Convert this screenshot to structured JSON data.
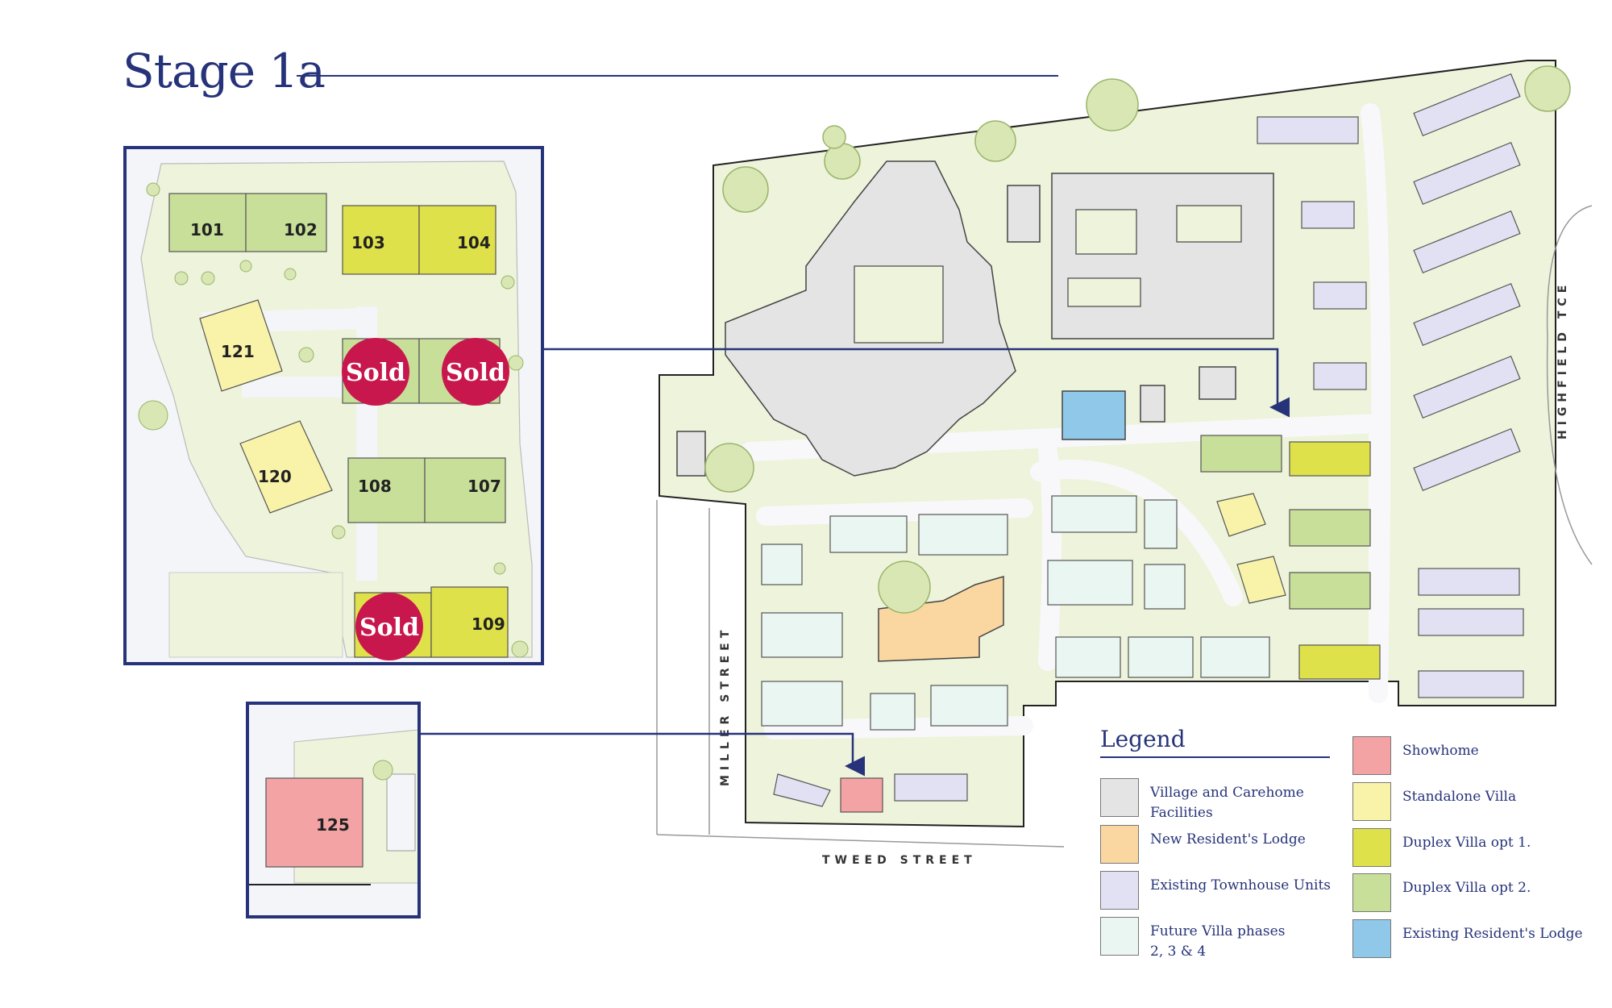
{
  "title": "Stage 1a",
  "colors": {
    "brand": "#26337a",
    "village_facilities": "#e4e4e4",
    "new_lodge": "#fad7a0",
    "townhouse": "#e2e1f3",
    "future_villa": "#eaf6f1",
    "showhome": "#f4a3a5",
    "standalone_villa": "#f8f3a8",
    "duplex_opt1": "#dfe14a",
    "duplex_opt2": "#c8df9a",
    "existing_lodge": "#8fc8e8",
    "grass": "#eef3dc",
    "sold": "#c8174c"
  },
  "inset_main": {
    "plots": [
      {
        "number": "101",
        "type": "duplex_opt2"
      },
      {
        "number": "102",
        "type": "duplex_opt2"
      },
      {
        "number": "103",
        "type": "duplex_opt1"
      },
      {
        "number": "104",
        "type": "duplex_opt1"
      },
      {
        "number": "121",
        "type": "standalone_villa"
      },
      {
        "number": "120",
        "type": "standalone_villa"
      },
      {
        "number": "108",
        "type": "duplex_opt2"
      },
      {
        "number": "107",
        "type": "duplex_opt2"
      },
      {
        "number": "109",
        "type": "duplex_opt1"
      }
    ],
    "sold_badges": [
      "Sold",
      "Sold",
      "Sold"
    ]
  },
  "inset_showhome": {
    "plot": {
      "number": "125",
      "type": "showhome"
    }
  },
  "streets": {
    "highfield": "HIGHFIELD TCE",
    "miller": "MILLER STREET",
    "tweed": "TWEED STREET"
  },
  "legend": {
    "title": "Legend",
    "items": [
      {
        "label": "Village and Carehome Facilities",
        "color": "#e4e4e4"
      },
      {
        "label": "New Resident's Lodge",
        "color": "#fad7a0"
      },
      {
        "label": "Existing Townhouse Units",
        "color": "#e2e1f3"
      },
      {
        "label": "Future Villa phases 2, 3 & 4",
        "color": "#eaf6f1"
      },
      {
        "label": "Showhome",
        "color": "#f4a3a5"
      },
      {
        "label": "Standalone Villa",
        "color": "#f8f3a8"
      },
      {
        "label": "Duplex Villa opt 1.",
        "color": "#dfe14a"
      },
      {
        "label": "Duplex Villa opt 2.",
        "color": "#c8df9a"
      },
      {
        "label": "Existing Resident's Lodge",
        "color": "#8fc8e8"
      }
    ]
  }
}
